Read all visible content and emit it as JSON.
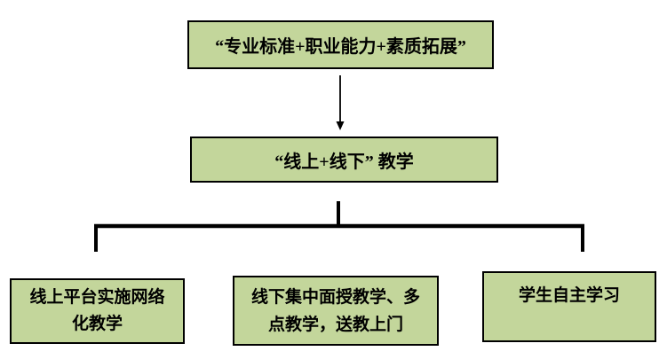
{
  "diagram": {
    "type": "flowchart",
    "nodes": {
      "top": {
        "label": "“专业标准+职业能力+素质拓展”"
      },
      "middle": {
        "label": "“线上+线下” 教学"
      },
      "bottom_left": {
        "label": "线上平台实施网络化教学",
        "lines": [
          "线上平台实施网络",
          "化教学"
        ]
      },
      "bottom_middle": {
        "label": "线下集中面授教学、多点教学，送教上门",
        "lines": [
          "线下集中面授教学、多",
          "点教学，送教上门"
        ]
      },
      "bottom_right": {
        "label": "学生自主学习"
      }
    },
    "edges": [
      {
        "from": "top",
        "to": "middle",
        "style": "arrow"
      },
      {
        "from": "middle",
        "to": "bottom_left",
        "style": "tree-line"
      },
      {
        "from": "middle",
        "to": "bottom_middle",
        "style": "tree-line"
      },
      {
        "from": "middle",
        "to": "bottom_right",
        "style": "tree-line"
      }
    ],
    "colors": {
      "node_fill": "#c3d69b",
      "node_border": "#000000",
      "connector": "#000000",
      "background": "#ffffff"
    }
  }
}
